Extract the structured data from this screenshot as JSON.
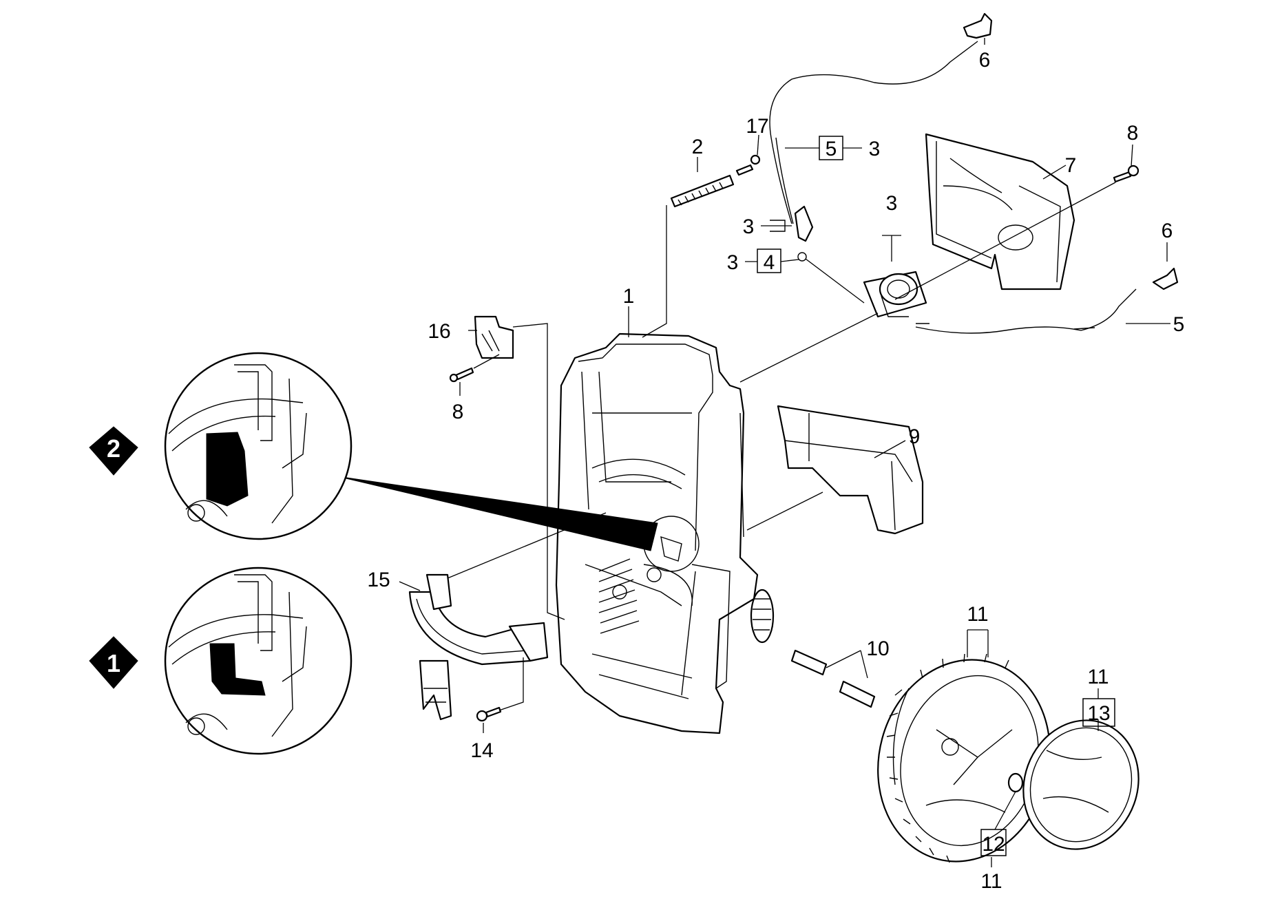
{
  "diagram": {
    "callouts": [
      "1",
      "2",
      "3",
      "4",
      "5",
      "6",
      "7",
      "8",
      "9",
      "10",
      "11",
      "12",
      "13",
      "14",
      "15",
      "16",
      "17"
    ],
    "detail_markers": [
      "2",
      "1"
    ],
    "colors": {
      "line": "#000000",
      "background": "#ffffff"
    }
  }
}
